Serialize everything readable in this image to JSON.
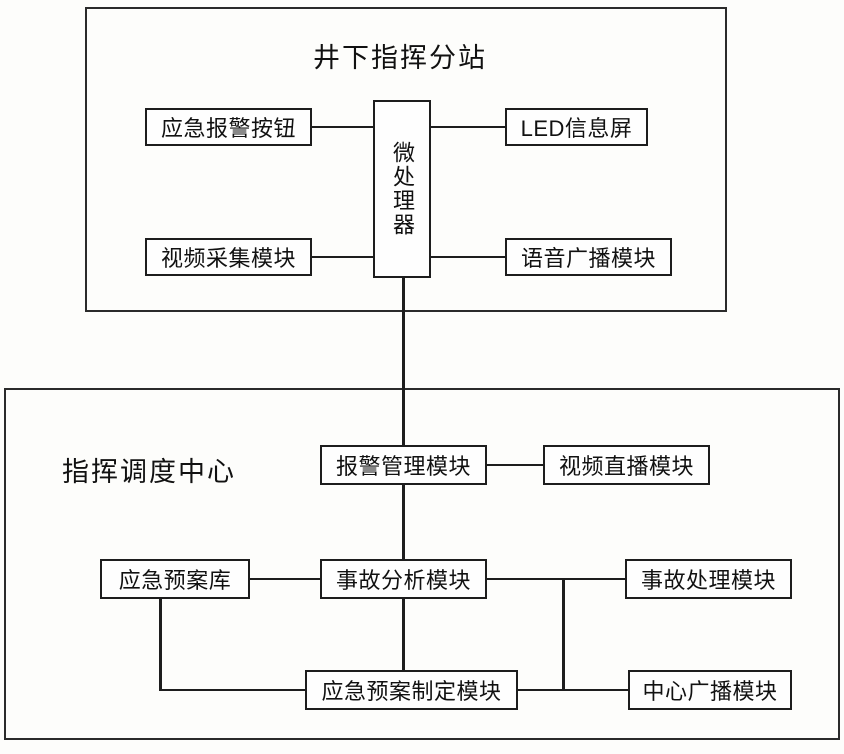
{
  "diagram": {
    "type": "block-diagram",
    "language": "zh-CN",
    "colors": {
      "background": "#fdfdfb",
      "stroke": "#1d1d1d",
      "frame_stroke": "#2b2b2b",
      "node_fill": "#fefefe",
      "text": "#111111"
    },
    "sections": [
      {
        "id": "underground-station",
        "caption": "井下指挥分站",
        "nodes": [
          {
            "id": "emergency-alarm-button",
            "label": "应急报警按钮"
          },
          {
            "id": "microprocessor",
            "label": "微处理器",
            "orientation": "vertical"
          },
          {
            "id": "led-info-screen",
            "label": "LED信息屏"
          },
          {
            "id": "video-capture-module",
            "label": "视频采集模块"
          },
          {
            "id": "voice-broadcast-module",
            "label": "语音广播模块"
          }
        ]
      },
      {
        "id": "command-dispatch-center",
        "caption": "指挥调度中心",
        "nodes": [
          {
            "id": "alarm-management-module",
            "label": "报警管理模块"
          },
          {
            "id": "video-live-module",
            "label": "视频直播模块"
          },
          {
            "id": "emergency-plan-library",
            "label": "应急预案库"
          },
          {
            "id": "accident-analysis-module",
            "label": "事故分析模块"
          },
          {
            "id": "accident-handling-module",
            "label": "事故处理模块"
          },
          {
            "id": "emergency-plan-making-module",
            "label": "应急预案制定模块"
          },
          {
            "id": "center-broadcast-module",
            "label": "中心广播模块"
          }
        ]
      }
    ],
    "connections": [
      {
        "from": "emergency-alarm-button",
        "to": "microprocessor"
      },
      {
        "from": "microprocessor",
        "to": "led-info-screen"
      },
      {
        "from": "video-capture-module",
        "to": "microprocessor"
      },
      {
        "from": "microprocessor",
        "to": "voice-broadcast-module"
      },
      {
        "from": "microprocessor",
        "to": "alarm-management-module"
      },
      {
        "from": "alarm-management-module",
        "to": "video-live-module"
      },
      {
        "from": "alarm-management-module",
        "to": "accident-analysis-module"
      },
      {
        "from": "emergency-plan-library",
        "to": "accident-analysis-module"
      },
      {
        "from": "accident-analysis-module",
        "to": "accident-handling-module"
      },
      {
        "from": "accident-analysis-module",
        "to": "emergency-plan-making-module"
      },
      {
        "from": "emergency-plan-library",
        "to": "emergency-plan-making-module"
      },
      {
        "from": "emergency-plan-making-module",
        "to": "center-broadcast-module"
      },
      {
        "from": "emergency-plan-making-module",
        "to": "accident-handling-module"
      }
    ]
  }
}
